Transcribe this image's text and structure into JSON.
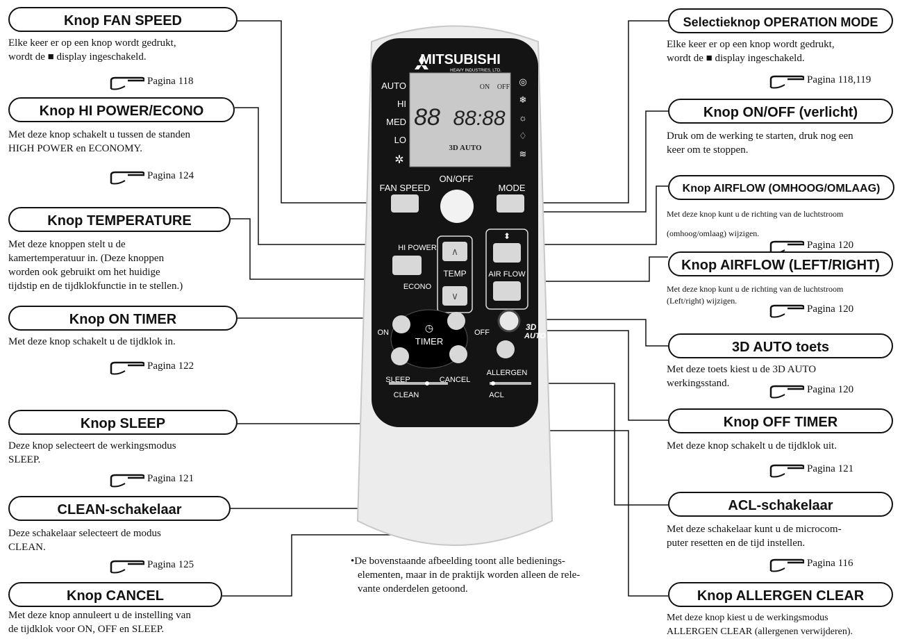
{
  "remote": {
    "brand": "MITSUBISHI",
    "brand_sub": "HEAVY INDUSTRIES, LTD.",
    "fan_levels": [
      "AUTO",
      "HI",
      "MED",
      "LO"
    ],
    "display_temp": "88",
    "display_time": "88:88",
    "lcd_on": "ON",
    "lcd_off": "OFF",
    "lcd_3dauto": "3D AUTO",
    "fan_speed": "FAN SPEED",
    "on_off": "ON/OFF",
    "mode": "MODE",
    "hi_power": "HI POWER",
    "econo": "ECONO",
    "temp": "TEMP",
    "air_flow": "AIR FLOW",
    "timer": "TIMER",
    "on": "ON",
    "off": "OFF",
    "sleep": "SLEEP",
    "cancel": "CANCEL",
    "allergen": "ALLERGEN",
    "three_d": "3D",
    "auto": "AUTO",
    "clean": "CLEAN",
    "acl": "ACL"
  },
  "left": [
    {
      "title": "Knop FAN SPEED",
      "desc": [
        "Elke keer er op een knop wordt gedrukt,",
        "wordt de ■ display ingeschakeld."
      ],
      "page": "Pagina 118"
    },
    {
      "title": "Knop HI POWER/ECONO",
      "desc": [
        "Met deze knop schakelt u tussen de standen",
        "HIGH POWER en ECONOMY."
      ],
      "page": "Pagina 124"
    },
    {
      "title": "Knop TEMPERATURE",
      "desc": [
        "Met deze knoppen stelt u de",
        "kamertemperatuur in. (Deze knoppen",
        "worden ook gebruikt om het huidige",
        "tijdstip en de tijdklokfunctie in te stellen.)"
      ],
      "page": ""
    },
    {
      "title": "Knop ON TIMER",
      "desc": [
        "Met deze knop schakelt u de tijdklok in."
      ],
      "page": "Pagina 122"
    },
    {
      "title": "Knop SLEEP",
      "desc": [
        "Deze knop selecteert de werkingsmodus",
        "SLEEP."
      ],
      "page": "Pagina 121"
    },
    {
      "title": "CLEAN-schakelaar",
      "desc": [
        "Deze schakelaar selecteert de modus",
        "CLEAN."
      ],
      "page": "Pagina 125"
    },
    {
      "title": "Knop CANCEL",
      "desc": [
        "Met deze knop annuleert u de instelling van",
        "de tijdklok voor ON, OFF en SLEEP."
      ],
      "page": ""
    }
  ],
  "right": [
    {
      "title": "Selectieknop OPERATION MODE",
      "desc": [
        "Elke keer er op een knop wordt gedrukt,",
        "wordt de ■ display ingeschakeld."
      ],
      "page": "Pagina 118,119"
    },
    {
      "title": "Knop ON/OFF (verlicht)",
      "desc": [
        "Druk om de werking te starten, druk nog een",
        "keer om te stoppen."
      ],
      "page": ""
    },
    {
      "title": "Knop AIRFLOW (OMHOOG/OMLAAG)",
      "desc": [
        "Met deze knop kunt u de richting van de luchtstroom",
        "(omhoog/omlaag) wijzigen."
      ],
      "page": "Pagina 120"
    },
    {
      "title": "Knop AIRFLOW (LEFT/RIGHT)",
      "desc": [
        "Met deze knop kunt u de richting van de luchtstroom",
        "(Left/right) wijzigen."
      ],
      "page": "Pagina 120"
    },
    {
      "title": "3D AUTO toets",
      "desc": [
        "Met deze toets kiest u de 3D AUTO",
        "werkingsstand."
      ],
      "page": "Pagina 120"
    },
    {
      "title": "Knop OFF TIMER",
      "desc": [
        "Met deze knop schakelt u de tijdklok uit."
      ],
      "page": "Pagina 121"
    },
    {
      "title": "ACL-schakelaar",
      "desc": [
        "Met deze schakelaar kunt u de microcom-",
        "puter resetten en de tijd instellen."
      ],
      "page": "Pagina 116"
    },
    {
      "title": "Knop ALLERGEN CLEAR",
      "desc": [
        "Met deze knop kiest u de werkingsmodus",
        "ALLERGEN CLEAR (allergenen verwijderen)."
      ],
      "page": ""
    }
  ],
  "footnote": [
    "•De bovenstaande afbeelding toont alle bedienings-",
    "elementen, maar in de praktijk worden alleen de rele-",
    "vante onderdelen getoond."
  ]
}
